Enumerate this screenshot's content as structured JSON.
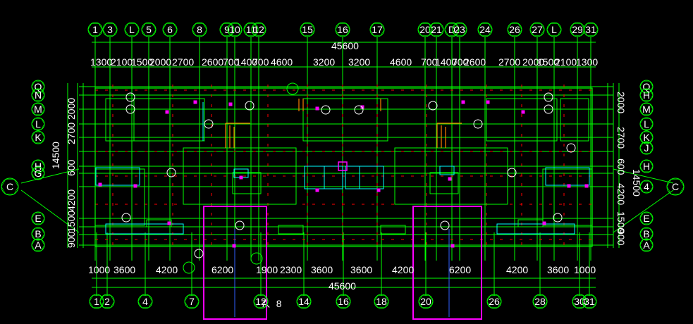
{
  "colors": {
    "background": "#000000",
    "axis_line": "#00ff00",
    "wall": "#00ff00",
    "wall_dashed": "#ff0000",
    "highlight": "#ff00ff",
    "cyan": "#00ffff",
    "text": "#ffffff",
    "orange": "#ff8000",
    "blue": "#3060ff"
  },
  "top_axes": [
    "1",
    "3",
    "L",
    "5",
    "6",
    "8",
    "9",
    "10",
    "11",
    "12",
    "15",
    "16",
    "17",
    "20",
    "21",
    "D",
    "23",
    "24",
    "26",
    "27",
    "L",
    "29",
    "31"
  ],
  "bottom_axes": [
    "1",
    "2",
    "4",
    "7",
    "12",
    "14",
    "16",
    "18",
    "20",
    "26",
    "28",
    "30",
    "31"
  ],
  "left_axes": [
    "Q",
    "N",
    "M",
    "L",
    "K",
    "H",
    "G",
    "E",
    "B",
    "A"
  ],
  "right_axes": [
    "Q",
    "H",
    "M",
    "L",
    "K",
    "J",
    "H",
    "4",
    "E",
    "B",
    "A"
  ],
  "side_bubble": "C",
  "total_dim_top": "45600",
  "total_dim_bottom": "45600",
  "top_dims": [
    "1300",
    "2100",
    "1500",
    "2000",
    "2700",
    "2600",
    "700",
    "1400",
    "700",
    "4600",
    "3200",
    "3200",
    "4600",
    "700",
    "1400",
    "700",
    "2600",
    "2700",
    "2000",
    "1500",
    "2100",
    "1300"
  ],
  "bottom_dims": [
    "1000",
    "3600",
    "4200",
    "6200",
    "1900",
    "2300",
    "3600",
    "3600",
    "4200",
    "6200",
    "4200",
    "3600",
    "1000"
  ],
  "left_vertical_dims": [
    "14500",
    "600",
    "2700",
    "2000",
    "4200",
    "1500",
    "900"
  ],
  "right_vertical_dims": [
    "14500",
    "600",
    "2700",
    "2000",
    "4200",
    "1500",
    "900"
  ],
  "annotation_bottom": "7、8"
}
